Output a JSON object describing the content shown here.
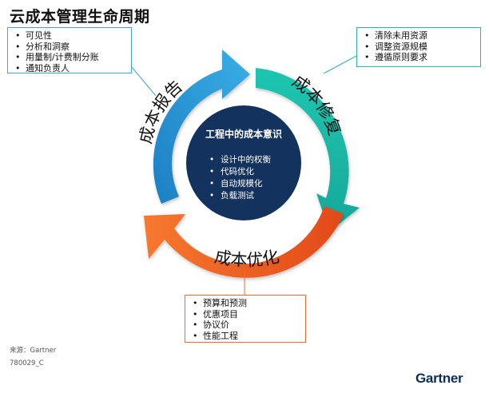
{
  "title": "云成本管理生命周期",
  "center": {
    "heading": "工程中的成本意识",
    "items": [
      "设计中的权衡",
      "代码优化",
      "自动规模化",
      "负载测试"
    ]
  },
  "arcs": {
    "report": "成本报告",
    "repair": "成本修复",
    "optimize": "成本优化"
  },
  "callouts": {
    "top_left": [
      "可见性",
      "分析和洞察",
      "用量制/计费制分账",
      "通知负责人"
    ],
    "top_right": [
      "清除未用资源",
      "调整资源规模",
      "遵循原则要求"
    ],
    "bottom": [
      "预算和预测",
      "优惠项目",
      "协议价",
      "性能工程"
    ]
  },
  "source": "来源：Gartner",
  "code": "780029_C",
  "brand": "Gartner",
  "colors": {
    "blue": "#2b98d6",
    "teal": "#22bfa6",
    "orange": "#f05a22",
    "navy": "#13325d"
  }
}
